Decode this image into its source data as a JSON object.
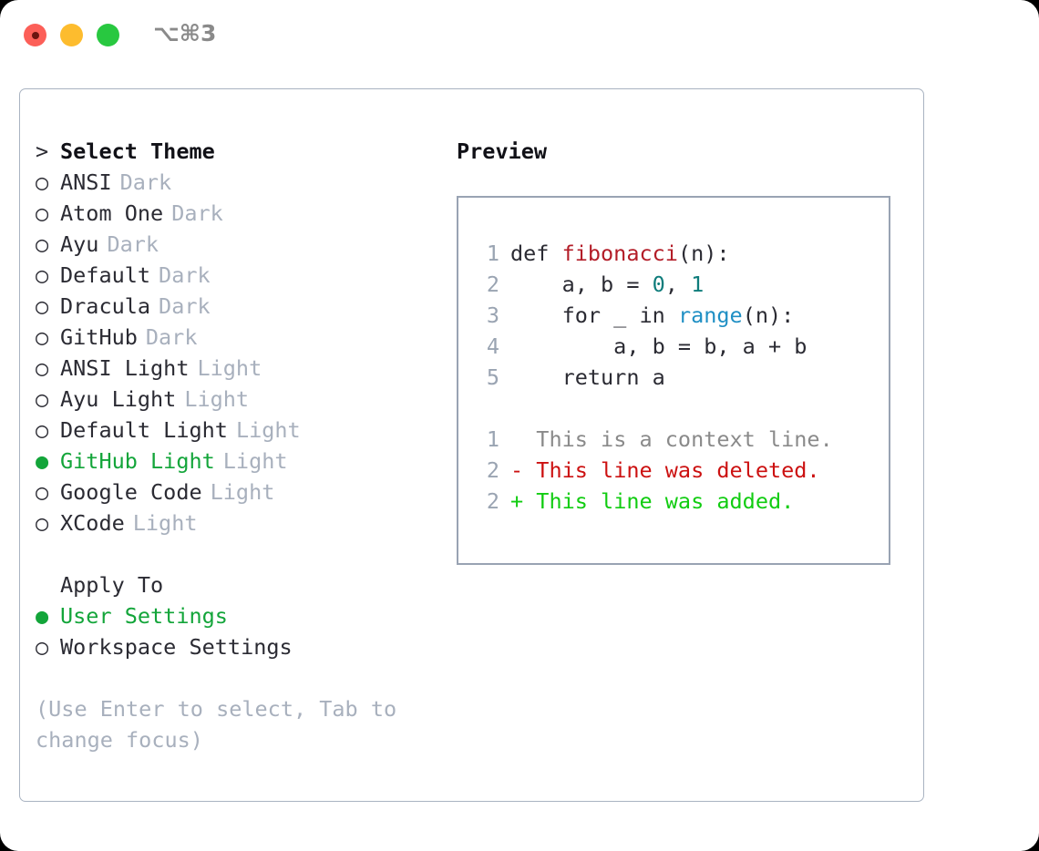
{
  "window": {
    "shortcut": "⌥⌘3",
    "dots": [
      {
        "name": "close",
        "color": "#fc5f58"
      },
      {
        "name": "minimize",
        "color": "#fdbc2e"
      },
      {
        "name": "zoom",
        "color": "#28c840"
      }
    ]
  },
  "theme_picker": {
    "prompt_prefix": ">",
    "title": "Select Theme",
    "bullet_unselected": "○",
    "bullet_selected": "●",
    "items": [
      {
        "name": "ANSI",
        "tag": "Dark",
        "selected": false
      },
      {
        "name": "Atom One",
        "tag": "Dark",
        "selected": false
      },
      {
        "name": "Ayu",
        "tag": "Dark",
        "selected": false
      },
      {
        "name": "Default",
        "tag": "Dark",
        "selected": false
      },
      {
        "name": "Dracula",
        "tag": "Dark",
        "selected": false
      },
      {
        "name": "GitHub",
        "tag": "Dark",
        "selected": false
      },
      {
        "name": "ANSI Light",
        "tag": "Light",
        "selected": false
      },
      {
        "name": "Ayu Light",
        "tag": "Light",
        "selected": false
      },
      {
        "name": "Default Light",
        "tag": "Light",
        "selected": false
      },
      {
        "name": "GitHub Light",
        "tag": "Light",
        "selected": true
      },
      {
        "name": "Google Code",
        "tag": "Light",
        "selected": false
      },
      {
        "name": "XCode",
        "tag": "Light",
        "selected": false
      }
    ]
  },
  "apply_to": {
    "title": "Apply To",
    "items": [
      {
        "name": "User Settings",
        "selected": true
      },
      {
        "name": "Workspace Settings",
        "selected": false
      }
    ]
  },
  "hint": "(Use Enter to select, Tab to change focus)",
  "preview": {
    "title": "Preview",
    "code_lines": [
      {
        "number": "1",
        "tokens": [
          {
            "text": "def ",
            "kind": "plain"
          },
          {
            "text": "fibonacci",
            "kind": "fn"
          },
          {
            "text": "(n):",
            "kind": "plain"
          }
        ]
      },
      {
        "number": "2",
        "tokens": [
          {
            "text": "    a, b = ",
            "kind": "plain"
          },
          {
            "text": "0",
            "kind": "num"
          },
          {
            "text": ", ",
            "kind": "plain"
          },
          {
            "text": "1",
            "kind": "num"
          }
        ]
      },
      {
        "number": "3",
        "tokens": [
          {
            "text": "    for _ in ",
            "kind": "plain"
          },
          {
            "text": "range",
            "kind": "call"
          },
          {
            "text": "(n):",
            "kind": "plain"
          }
        ]
      },
      {
        "number": "4",
        "tokens": [
          {
            "text": "        a, b = b, a + b",
            "kind": "plain"
          }
        ]
      },
      {
        "number": "5",
        "tokens": [
          {
            "text": "    return a",
            "kind": "plain"
          }
        ]
      }
    ],
    "diff_lines": [
      {
        "number": "1",
        "marker": " ",
        "text": "This is a context line.",
        "kind": "context"
      },
      {
        "number": "2",
        "marker": "-",
        "text": "This line was deleted.",
        "kind": "deleted"
      },
      {
        "number": "2",
        "marker": "+",
        "text": "This line was added.",
        "kind": "added"
      }
    ]
  },
  "colors": {
    "accent_green": "#13a53a",
    "tag_gray": "#a8b0bd",
    "text_dark": "#2b2b33",
    "border": "#99a3b3",
    "panel_border": "#a9b3c1",
    "fn_red": "#b31d28",
    "num_teal": "#0e7c7b",
    "call_blue": "#1f8fc4",
    "diff_red": "#cc1111",
    "diff_green": "#11cc11",
    "diff_context_gray": "#8a8a8a"
  }
}
